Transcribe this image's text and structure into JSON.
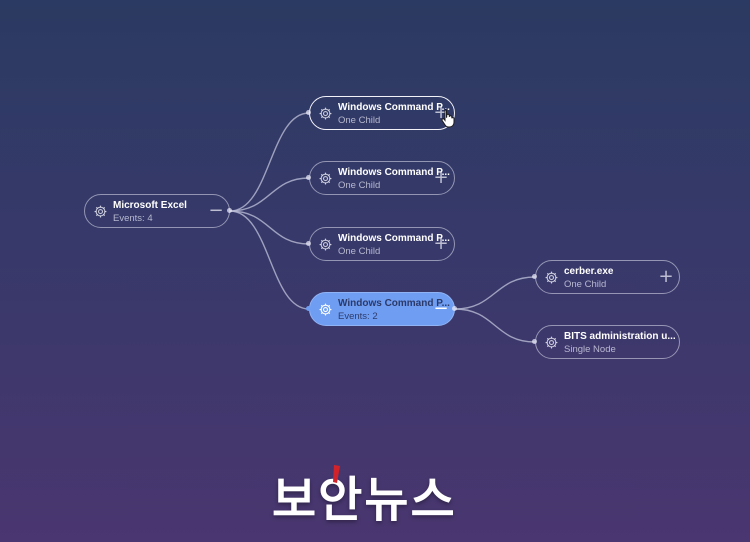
{
  "tree": {
    "root": {
      "title": "Microsoft Excel",
      "subtitle": "Events: 4",
      "toggle": "−",
      "icon": "gear-icon"
    },
    "children": [
      {
        "title": "Windows Command P...",
        "subtitle": "One Child",
        "toggle": "+",
        "icon": "gear-icon",
        "state": "hovered"
      },
      {
        "title": "Windows Command P...",
        "subtitle": "One Child",
        "toggle": "+",
        "icon": "gear-icon",
        "state": "normal"
      },
      {
        "title": "Windows Command P...",
        "subtitle": "One Child",
        "toggle": "+",
        "icon": "gear-icon",
        "state": "normal"
      },
      {
        "title": "Windows Command P...",
        "subtitle": "Events: 2",
        "toggle": "−",
        "icon": "gear-icon",
        "state": "selected"
      }
    ],
    "grandchildren": [
      {
        "title": "cerber.exe",
        "subtitle": "One Child",
        "toggle": "+",
        "icon": "gear-icon"
      },
      {
        "title": "BITS administration u...",
        "subtitle": "Single Node",
        "toggle": "",
        "icon": "gear-icon"
      }
    ]
  },
  "watermark": {
    "text": "보안뉴스"
  },
  "colors": {
    "background_top": "#2b3a62",
    "background_bottom": "#4a3670",
    "selected_node": "#6f9df1",
    "edge": "#b9bcd4",
    "watermark_accent": "#d2232a"
  }
}
